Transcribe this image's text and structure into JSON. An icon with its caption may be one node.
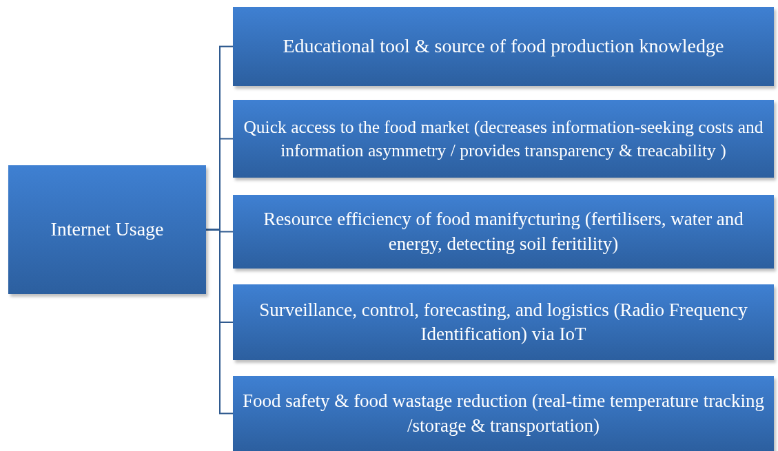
{
  "diagram": {
    "nodes": [
      {
        "text": [
          "Internet Usage"
        ]
      },
      {
        "text": [
          "Educational tool & source of food production knowledge"
        ]
      },
      {
        "text": [
          "Quick access to the food market (decreases information-seeking costs and information asymmetry / provides transparency & treacability )"
        ]
      },
      {
        "text": [
          "Resource efficiency of food manifycturing (fertilisers, water and energy, detecting soil feritility)"
        ]
      },
      {
        "text": [
          "Surveillance, control, forecasting, and logistics (Radio Frequency Identification) via IoT"
        ]
      },
      {
        "text": [
          "Food safety  & food wastage reduction (real-time temperature tracking /storage & transportation)"
        ]
      }
    ],
    "edges": [
      {
        "from": 0,
        "to": 1,
        "arrow": "none"
      },
      {
        "from": 0,
        "to": 2,
        "arrow": "none"
      },
      {
        "from": 0,
        "to": 3,
        "arrow": "none"
      },
      {
        "from": 0,
        "to": 4,
        "arrow": "none"
      },
      {
        "from": 0,
        "to": 5,
        "arrow": "none"
      }
    ]
  }
}
